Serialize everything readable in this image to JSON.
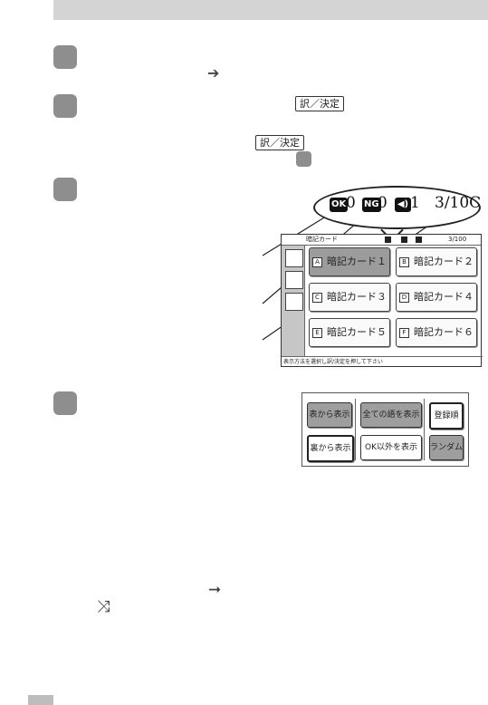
{
  "nav_arrow": "➔",
  "keys": {
    "step2_key": "訳／決定",
    "step2_key_again": "訳／決定"
  },
  "status_bubble": {
    "ok_badge": "OK",
    "ok_count": "0",
    "ng_badge": "NG",
    "ng_count": "0",
    "sound_count": "1",
    "progress": "3/10C"
  },
  "screen": {
    "title": "暗記カード",
    "counter": "3/100",
    "cards": [
      {
        "letter": "A",
        "label": "暗記カード１"
      },
      {
        "letter": "B",
        "label": "暗記カード２"
      },
      {
        "letter": "C",
        "label": "暗記カード３"
      },
      {
        "letter": "D",
        "label": "暗記カード４"
      },
      {
        "letter": "E",
        "label": "暗記カード５"
      },
      {
        "letter": "F",
        "label": "暗記カード６"
      }
    ],
    "footer": "表示方法を選択し訳/決定を押して下さい"
  },
  "options": {
    "front": "表から表示",
    "all": "全ての語を表示",
    "order": "登録順",
    "back": "裏から表示",
    "non_ok": "OK以外を表示",
    "random": "ランダム"
  },
  "bottom_arrow": "➞",
  "shuffle_icon": "⤨",
  "colors": {
    "step_box": "#8e8e8e",
    "header_bar": "#d4d4d4"
  }
}
